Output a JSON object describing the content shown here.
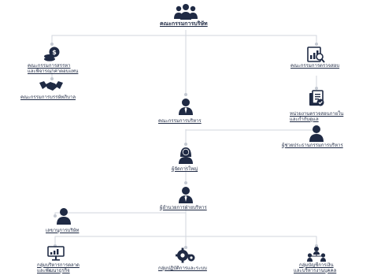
{
  "colors": {
    "icon": "#1f2a44",
    "line": "#d2d6de",
    "dot": "#c4c9d2"
  },
  "nodes": {
    "board": {
      "label": "คณะกรรมการบริษัท",
      "icon": "group-icon"
    },
    "nomination": {
      "label_1": "คณะกรรมการสรรหา",
      "label_2": "และพิจารณาค่าตอบแทน",
      "icon": "money-bag-icon"
    },
    "governance": {
      "label": "คณะกรรมการบรรษัทภิบาล",
      "icon": "handshake-icon"
    },
    "audit": {
      "label": "คณะกรรมการตรวจสอบ",
      "icon": "audit-chart-icon"
    },
    "internal_audit": {
      "label_1": "หน่วยงานตรวจสอบภายใน",
      "label_2": "และกำกับดูแล",
      "icon": "document-check-icon"
    },
    "executive": {
      "label": "คณะกรรมการบริหาร",
      "icon": "person-tie-icon"
    },
    "assistant": {
      "label": "ผู้ช่วยประธานกรรมการบริหาร",
      "icon": "person-icon"
    },
    "md": {
      "label": "ผู้จัดการใหญ่",
      "icon": "woman-icon"
    },
    "admin_director": {
      "label": "ผู้อำนวยการฝ่ายบริหาร",
      "icon": "person-tie-icon"
    },
    "secretary": {
      "label": "เลขานุการบริษัท",
      "icon": "person-icon"
    },
    "marketing": {
      "label_1": "กลุ่มบริหารการตลาด",
      "label_2": "และพัฒนาธุรกิจ",
      "icon": "presentation-icon"
    },
    "operations": {
      "label": "กลุ่มปฏิบัติการและระบบ",
      "icon": "gears-icon"
    },
    "finance_hr": {
      "label_1": "กลุ่มบัญชีการเงิน",
      "label_2": "และบริหารงานบุคคล",
      "icon": "team-hierarchy-icon"
    }
  }
}
